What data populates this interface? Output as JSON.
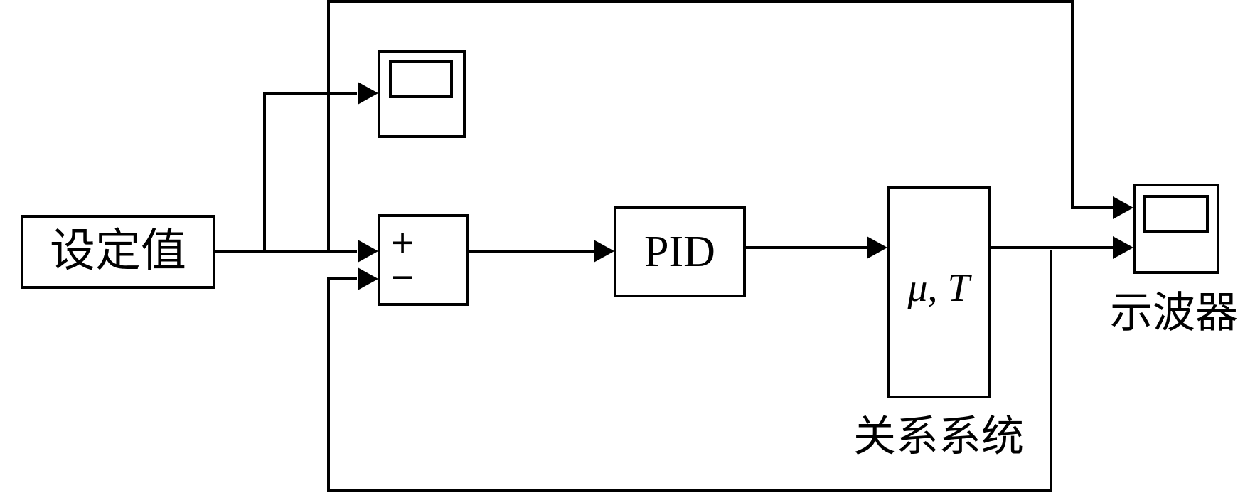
{
  "blocks": {
    "setpoint": {
      "label": "设定值"
    },
    "sum": {
      "plus": "+",
      "minus": "−"
    },
    "controller": {
      "label": "PID"
    },
    "plant": {
      "mu": "μ",
      "comma": ",",
      "t": "T",
      "caption": "关系系统"
    },
    "scope_output": {
      "caption": "示波器"
    }
  },
  "colors": {
    "stroke": "#000000",
    "background": "#ffffff"
  }
}
